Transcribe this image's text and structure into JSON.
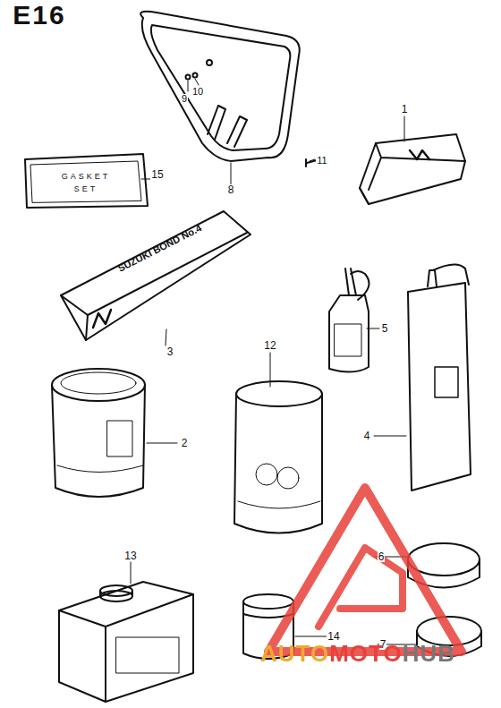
{
  "diagram": {
    "labels": [
      "E16",
      "1",
      "2",
      "3",
      "4",
      "5",
      "6",
      "7",
      "8",
      "9",
      "10",
      "11",
      "12",
      "13",
      "14",
      "15",
      "GASKET SET",
      "SUZUKI BOND No.4",
      "AUTOMOTOHUB"
    ]
  }
}
